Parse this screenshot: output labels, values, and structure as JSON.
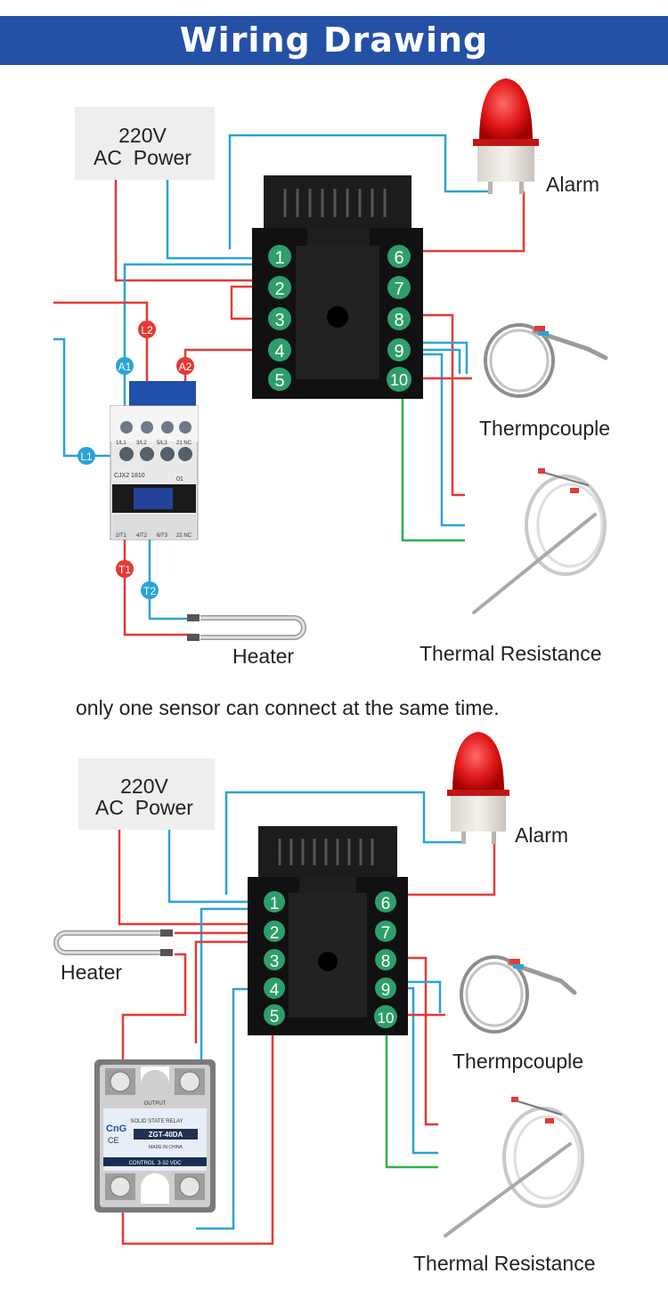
{
  "header": {
    "title": "Wiring Drawing"
  },
  "colors": {
    "banner": "#2451a6",
    "red_wire": "#e53935",
    "blue_wire": "#29a3d8",
    "green_wire": "#2bb24c",
    "terminal": "#2e9e6b"
  },
  "diagram1": {
    "power_line1": "220V",
    "power_line2": "AC  Power",
    "alarm": "Alarm",
    "thermocouple": "Thermpcouple",
    "thermal_resistance": "Thermal Resistance",
    "heater": "Heater",
    "left_terminals": [
      "1",
      "2",
      "3",
      "4",
      "5"
    ],
    "right_terminals": [
      "6",
      "7",
      "8",
      "9",
      "10"
    ],
    "contactor_tags": {
      "l2": "L2",
      "a1": "A1",
      "a2": "A2",
      "l1": "L1",
      "t1": "T1",
      "t2": "T2"
    },
    "contactor_model": "CJX2 1810",
    "contactor_mark": "01",
    "contactor_top_labels": [
      "1/L1",
      "3/L2",
      "5/L3",
      "21 NC"
    ],
    "contactor_bottom_labels": [
      "2/T1",
      "4/T2",
      "6/T3",
      "22 NC"
    ]
  },
  "note": "only one sensor can connect at the same time.",
  "diagram2": {
    "power_line1": "220V",
    "power_line2": "AC  Power",
    "alarm": "Alarm",
    "heater": "Heater",
    "thermocouple": "Thermpcouple",
    "thermal_resistance": "Thermal Resistance",
    "left_terminals": [
      "1",
      "2",
      "3",
      "4",
      "5"
    ],
    "right_terminals": [
      "6",
      "7",
      "8",
      "9",
      "10"
    ],
    "ssr": {
      "output": "OUTPUT",
      "brand": "CnG",
      "ce": "CE",
      "title": "SOLID STATE RELAY",
      "model": "ZGT-40DA",
      "made_in": "MADE IN CHINA",
      "control": "CONTROL  3-32 VDC"
    }
  }
}
